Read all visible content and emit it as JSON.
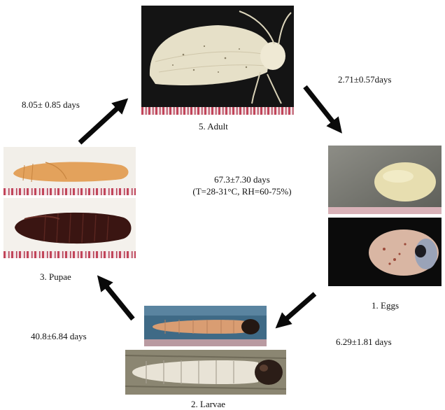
{
  "stages": {
    "adult": "5. Adult",
    "eggs": "1. Eggs",
    "larvae": "2. Larvae",
    "pupae": "3. Pupae"
  },
  "durations": {
    "adult_to_eggs": "2.71±0.57days",
    "eggs_to_larvae": "6.29±1.81 days",
    "larvae_to_pupae": "40.8±6.84 days",
    "pupae_to_adult": "8.05± 0.85 days"
  },
  "center": {
    "total": "67.3±7.30 days",
    "conditions": "(T=28-31°C, RH=60-75%)"
  },
  "colors": {
    "arrow": "#0a0a0a",
    "ruler_red": "#c2455a",
    "ruler_white": "#f3e3e6"
  }
}
